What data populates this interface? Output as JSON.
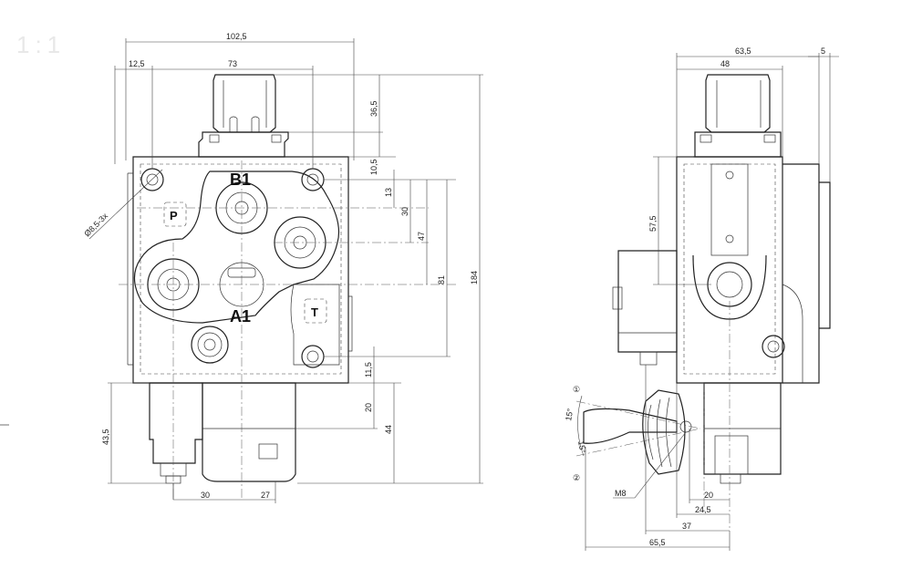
{
  "watermark": "1:1",
  "front_view": {
    "port_labels": {
      "b1": "B1",
      "a1": "A1",
      "p": "P",
      "t": "T"
    },
    "hole_note": "Ø8,5-3x",
    "dims": {
      "overall_width": "102,5",
      "left_offset": "12,5",
      "hole_spacing": "73",
      "handle_height": "36,5",
      "d_10_5": "10,5",
      "d_13": "13",
      "d_30": "30",
      "d_47": "47",
      "d_81": "81",
      "overall_height": "184",
      "d_11_5": "11,5",
      "d_20": "20",
      "d_44": "44",
      "d_43_5": "43,5",
      "bottom_30": "30",
      "bottom_27": "27"
    }
  },
  "side_view": {
    "dims": {
      "d_63_5": "63,5",
      "d_5": "5",
      "d_48": "48",
      "d_57_5": "57,5",
      "d_20": "20",
      "d_24_5": "24,5",
      "d_37": "37",
      "d_65_5": "65,5"
    },
    "angle_1": "15°",
    "angle_2": "15°",
    "position_1": "①",
    "position_2": "②",
    "thread": "M8"
  }
}
